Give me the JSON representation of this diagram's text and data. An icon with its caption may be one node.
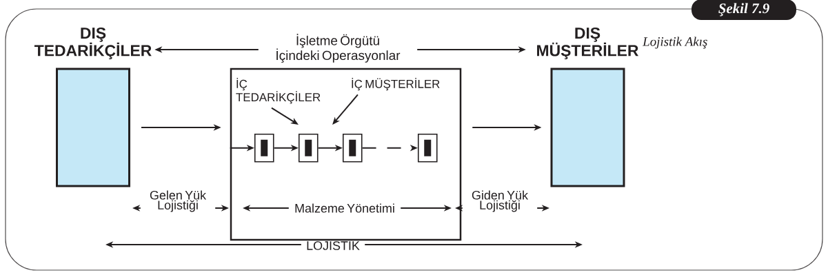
{
  "diagram": {
    "title": "Şekil 7.9",
    "caption": "Lojistik Akış",
    "nodes": [
      {
        "text": [
          "DIŞ TEDARİKÇİLER"
        ]
      },
      {
        "text": [
          "İşletme Örgütü İçindeki Operasyonlar"
        ]
      },
      {
        "text": [],
        "shape": "box"
      },
      {
        "text": [
          "DIŞ MÜŞTERİLER"
        ]
      },
      {
        "text": [
          "İÇ TEDARİKÇİLER"
        ],
        "in": 2
      },
      {
        "text": [
          "İÇ MÜŞTERİLER"
        ],
        "in": 2
      },
      {
        "text": [],
        "shape": "box",
        "in": 2
      },
      {
        "text": [],
        "shape": "box",
        "in": 2
      },
      {
        "text": [],
        "shape": "box",
        "in": 2
      },
      {
        "text": [],
        "shape": "box",
        "in": 2
      }
    ],
    "edges": [
      {
        "from": 1,
        "to": 0,
        "arrow": "to"
      },
      {
        "from": 1,
        "to": 3,
        "arrow": "to"
      },
      {
        "from": 0,
        "to": 2,
        "arrow": "to"
      },
      {
        "from": 2,
        "to": 3,
        "arrow": "to"
      },
      {
        "from": 2,
        "to": 6,
        "arrow": "to"
      },
      {
        "from": 6,
        "to": 7,
        "arrow": "to"
      },
      {
        "from": 7,
        "to": 8,
        "arrow": "to"
      },
      {
        "from": 8,
        "to": 9,
        "arrow": "to",
        "style": "dashed"
      },
      {
        "from": 4,
        "to": null,
        "arrow": "to"
      },
      {
        "from": 5,
        "to": null,
        "arrow": "to"
      }
    ],
    "labels": [
      "Gelen Yük Lojistiği",
      "Malzeme Yönetimi",
      "Giden Yük Lojistiği",
      "LOJİSTİK"
    ]
  }
}
